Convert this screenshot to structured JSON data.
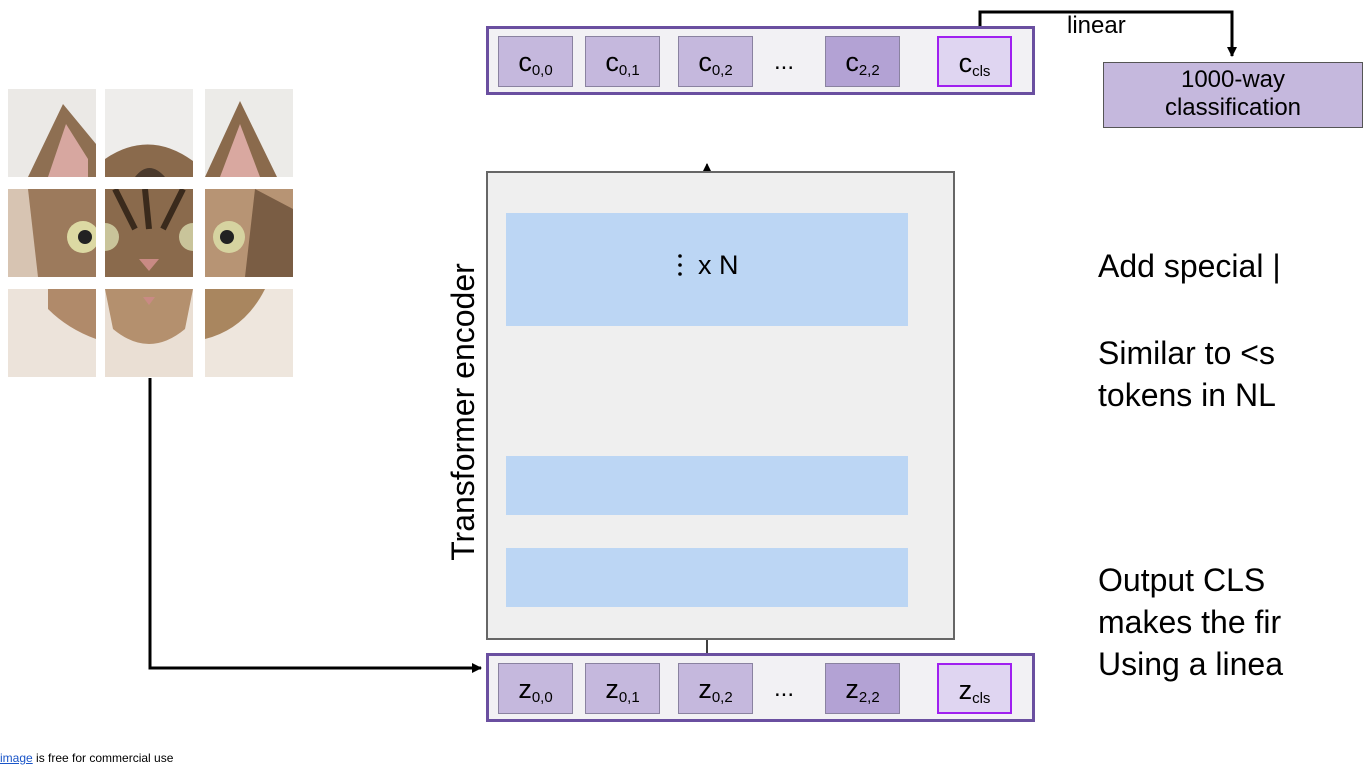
{
  "encoder": {
    "label": "Transformer encoder",
    "repeat_label": "x N"
  },
  "output_tokens": [
    {
      "base": "c",
      "sub": "0,0"
    },
    {
      "base": "c",
      "sub": "0,1"
    },
    {
      "base": "c",
      "sub": "0,2"
    },
    {
      "base": "...",
      "sub": ""
    },
    {
      "base": "c",
      "sub": "2,2"
    },
    {
      "base": "c",
      "sub": "cls"
    }
  ],
  "input_tokens": [
    {
      "base": "z",
      "sub": "0,0"
    },
    {
      "base": "z",
      "sub": "0,1"
    },
    {
      "base": "z",
      "sub": "0,2"
    },
    {
      "base": "...",
      "sub": ""
    },
    {
      "base": "z",
      "sub": "2,2"
    },
    {
      "base": "z",
      "sub": "cls"
    }
  ],
  "head": {
    "linear_label": "linear",
    "class_line1": "1000-way",
    "class_line2": "classification"
  },
  "side_text": {
    "line1": "Add special |",
    "line2": "Similar to <s",
    "line3": "tokens in NL",
    "line4": "Output CLS",
    "line5": "makes the fir",
    "line6": "Using a linea"
  },
  "credit": {
    "link_text": "image",
    "text": " is free for commercial use"
  },
  "colors": {
    "token_fill": "#c5b8dd",
    "token_dark_fill": "#b3a2d4",
    "cls_border": "#a020f0",
    "row_border": "#6a4fa0",
    "layer_fill": "#bcd6f4",
    "encoder_fill": "#efefef"
  }
}
